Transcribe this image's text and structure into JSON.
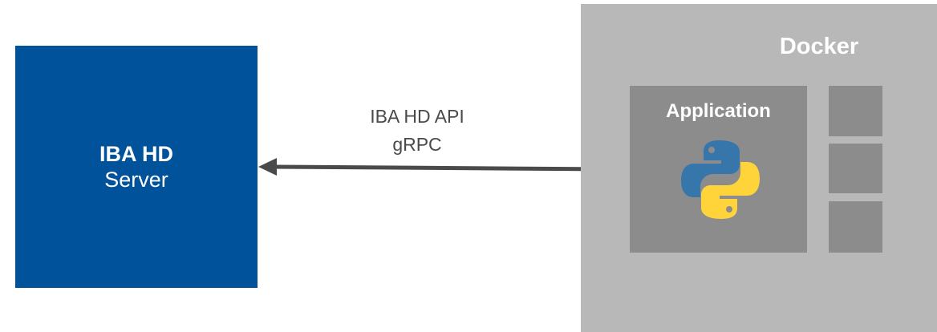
{
  "server": {
    "title": "IBA HD",
    "subtitle": "Server"
  },
  "connection": {
    "line1": "IBA HD API",
    "line2": "gRPC"
  },
  "docker": {
    "title": "Docker"
  },
  "application": {
    "title": "Application",
    "icon": "python-icon"
  },
  "containers": {
    "count": 3
  },
  "colors": {
    "server_bg": "#00529b",
    "docker_bg": "#b8b8b8",
    "app_bg": "#8c8c8c",
    "arrow": "#4a4a4a",
    "python_blue": "#3776ab",
    "python_yellow": "#ffd43b"
  }
}
